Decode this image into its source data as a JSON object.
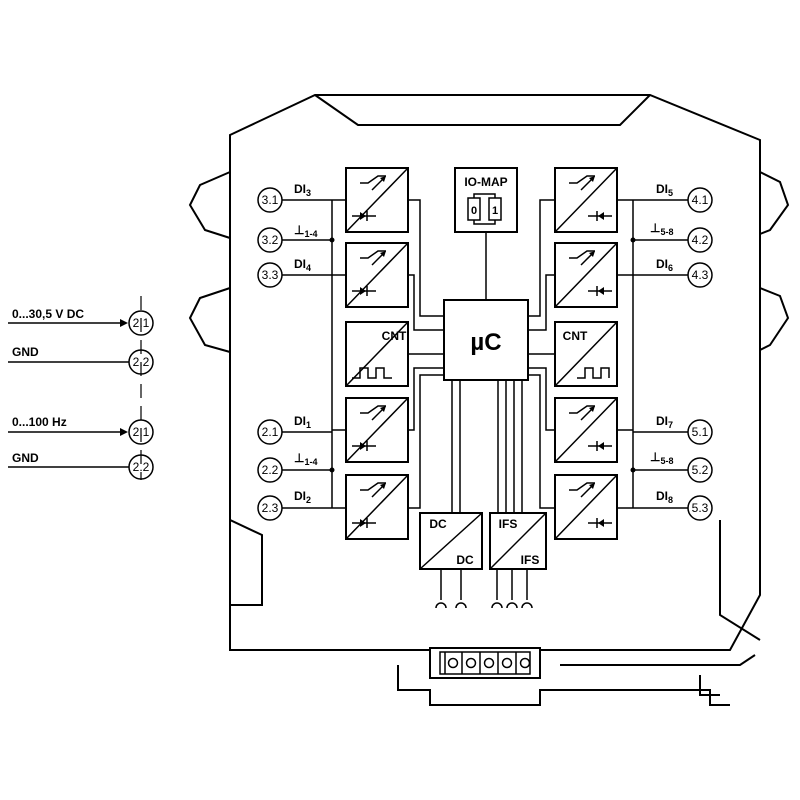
{
  "left_side": {
    "input1_label": "0...30,5 V DC",
    "input1_term": "2.1",
    "gnd1_label": "GND",
    "gnd1_term": "2.2",
    "input2_label": "0...100 Hz",
    "input2_term": "2.1",
    "gnd2_label": "GND",
    "gnd2_term": "2.2"
  },
  "terminals": {
    "t31": "3.1",
    "t32": "3.2",
    "t33": "3.3",
    "t21": "2.1",
    "t22": "2.2",
    "t23": "2.3",
    "t41": "4.1",
    "t42": "4.2",
    "t43": "4.3",
    "t51": "5.1",
    "t52": "5.2",
    "t53": "5.3"
  },
  "signals": {
    "di_prefix": "DI",
    "di3": "3",
    "di4": "4",
    "di1": "1",
    "di2": "2",
    "di5": "5",
    "di6": "6",
    "di7": "7",
    "di8": "8",
    "gnd_symbol": "⊥",
    "gnd_1_4": "1-4",
    "gnd_5_8": "5-8"
  },
  "blocks": {
    "io_map": "IO-MAP",
    "io_0": "0",
    "io_1": "1",
    "uc": "µC",
    "cnt": "CNT",
    "dc_top": "DC",
    "dc_bottom": "DC",
    "ifs_top": "IFS",
    "ifs_bottom": "IFS"
  }
}
